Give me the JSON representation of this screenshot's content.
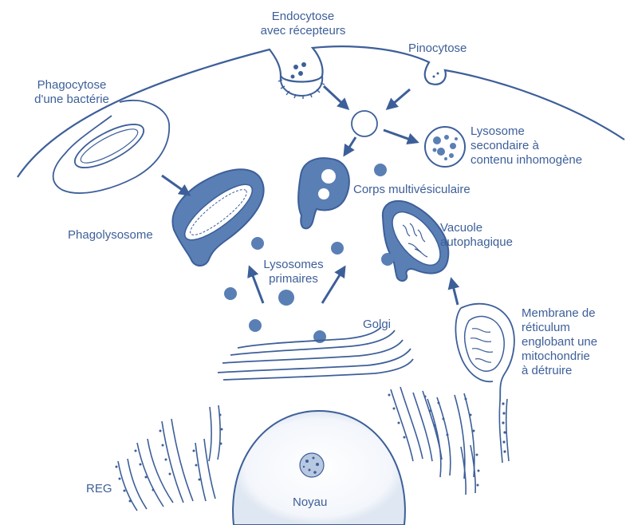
{
  "colors": {
    "ink": "#3d5f99",
    "fill": "#5a7fb5",
    "light": "#b8c8e0",
    "background": "#ffffff"
  },
  "labels": {
    "endocytose": "Endocytose\navec récepteurs",
    "pinocytose": "Pinocytose",
    "phagocytose": "Phagocytose\nd'une bactérie",
    "lysosome_secondaire": "Lysosome\nsecondaire à\ncontenu inhomogène",
    "corps_multivesiculaire": "Corps multivésiculaire",
    "phagolysosome": "Phagolysosome",
    "vacuole": "Vacuole\nautophagique",
    "lysosomes_primaires": "Lysosomes\nprimaires",
    "golgi": "Golgi",
    "membrane_reticulum": "Membrane de\nréticulum\nenglobant une\nmitochondrie\nà détruire",
    "reg": "REG",
    "noyau": "Noyau"
  }
}
